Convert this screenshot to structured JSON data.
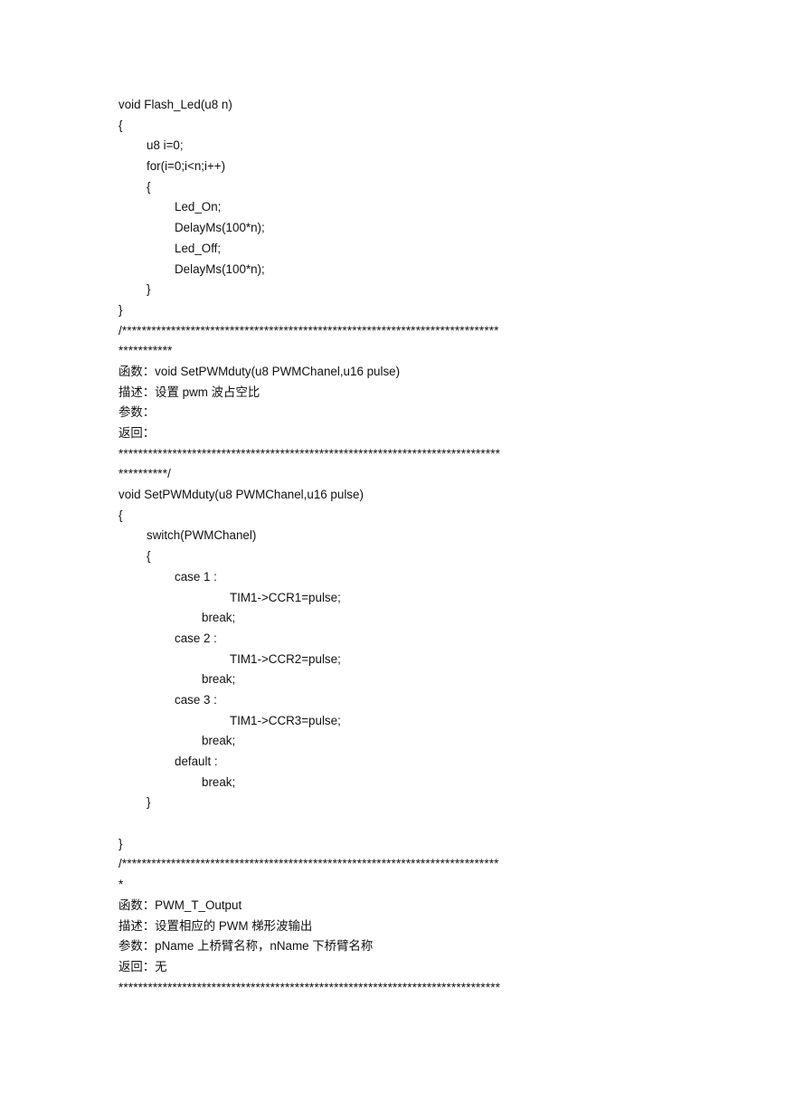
{
  "document": {
    "lines": [
      {
        "text": "void Flash_Led(u8 n)",
        "indent": 0
      },
      {
        "text": "{",
        "indent": 0
      },
      {
        "text": "u8 i=0;",
        "indent": 1
      },
      {
        "text": "for(i=0;i<n;i++)",
        "indent": 1
      },
      {
        "text": "{",
        "indent": 1
      },
      {
        "text": "Led_On;",
        "indent": 2
      },
      {
        "text": "DelayMs(100*n);",
        "indent": 2
      },
      {
        "text": "Led_Off;",
        "indent": 2
      },
      {
        "text": "DelayMs(100*n);",
        "indent": 2
      },
      {
        "text": "}",
        "indent": 1
      },
      {
        "text": "}",
        "indent": 0
      },
      {
        "text": "/*****************************************************************************",
        "indent": 0
      },
      {
        "text": "***********",
        "indent": 0
      },
      {
        "text": "函数：void SetPWMduty(u8 PWMChanel,u16 pulse)",
        "indent": 0
      },
      {
        "text": "描述：设置 pwm 波占空比",
        "indent": 0
      },
      {
        "text": "参数：",
        "indent": 0
      },
      {
        "text": "返回：",
        "indent": 0
      },
      {
        "text": "******************************************************************************",
        "indent": 0
      },
      {
        "text": "**********/",
        "indent": 0
      },
      {
        "text": "void SetPWMduty(u8 PWMChanel,u16 pulse)",
        "indent": 0
      },
      {
        "text": "{",
        "indent": 0
      },
      {
        "text": "switch(PWMChanel)",
        "indent": 1
      },
      {
        "text": "{",
        "indent": 1
      },
      {
        "text": "case 1 :",
        "indent": 2
      },
      {
        "text": "TIM1->CCR1=pulse;",
        "indent": 4
      },
      {
        "text": "break;",
        "indent": 3
      },
      {
        "text": "case 2 :",
        "indent": 2
      },
      {
        "text": "TIM1->CCR2=pulse;",
        "indent": 4
      },
      {
        "text": "break;",
        "indent": 3
      },
      {
        "text": "case 3 :",
        "indent": 2
      },
      {
        "text": "TIM1->CCR3=pulse;",
        "indent": 4
      },
      {
        "text": "break;",
        "indent": 3
      },
      {
        "text": "default :",
        "indent": 2
      },
      {
        "text": "break;",
        "indent": 3
      },
      {
        "text": "}",
        "indent": 1
      },
      {
        "text": "",
        "indent": 0
      },
      {
        "text": "}",
        "indent": 0
      },
      {
        "text": "/*****************************************************************************",
        "indent": 0
      },
      {
        "text": "*",
        "indent": 0
      },
      {
        "text": "函数：PWM_T_Output",
        "indent": 0
      },
      {
        "text": "描述：设置相应的 PWM 梯形波输出",
        "indent": 0
      },
      {
        "text": "参数：pName 上桥臂名称，nName 下桥臂名称",
        "indent": 0
      },
      {
        "text": "返回：无",
        "indent": 0
      },
      {
        "text": "******************************************************************************",
        "indent": 0
      }
    ]
  }
}
